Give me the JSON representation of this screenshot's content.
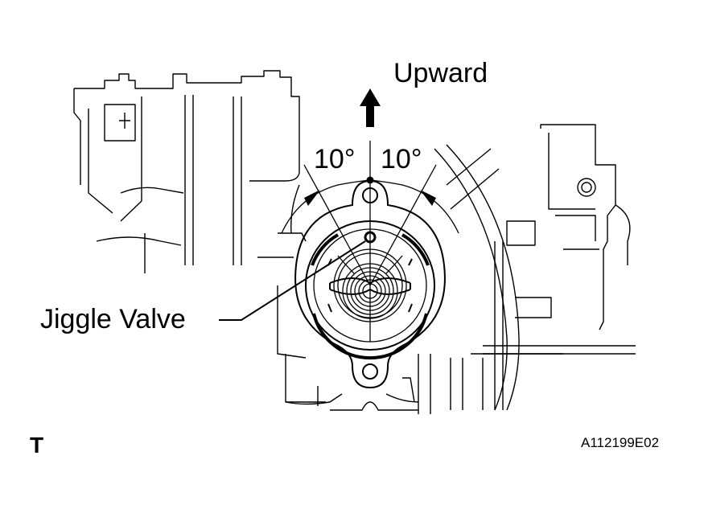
{
  "labels": {
    "upward": "Upward",
    "angle_left": "10°",
    "angle_right": "10°",
    "jiggle_valve": "Jiggle Valve",
    "corner_mark": "T",
    "figure_code": "A112199E02"
  },
  "colors": {
    "line": "#000000",
    "background": "#ffffff"
  }
}
